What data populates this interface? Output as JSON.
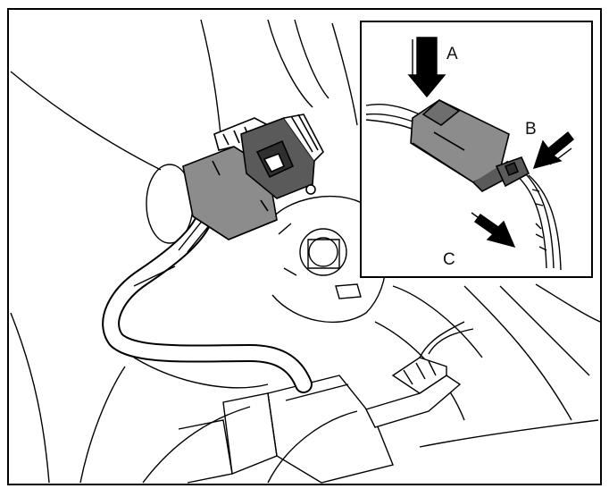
{
  "diagram": {
    "callouts": {
      "a": "A",
      "b": "B",
      "c": "C"
    },
    "colors": {
      "connector_fill": "#8c8c8c",
      "connector_dark": "#5a5a5a",
      "lock_fill": "#2f2f2f",
      "line": "#000000",
      "background": "#ffffff"
    }
  }
}
